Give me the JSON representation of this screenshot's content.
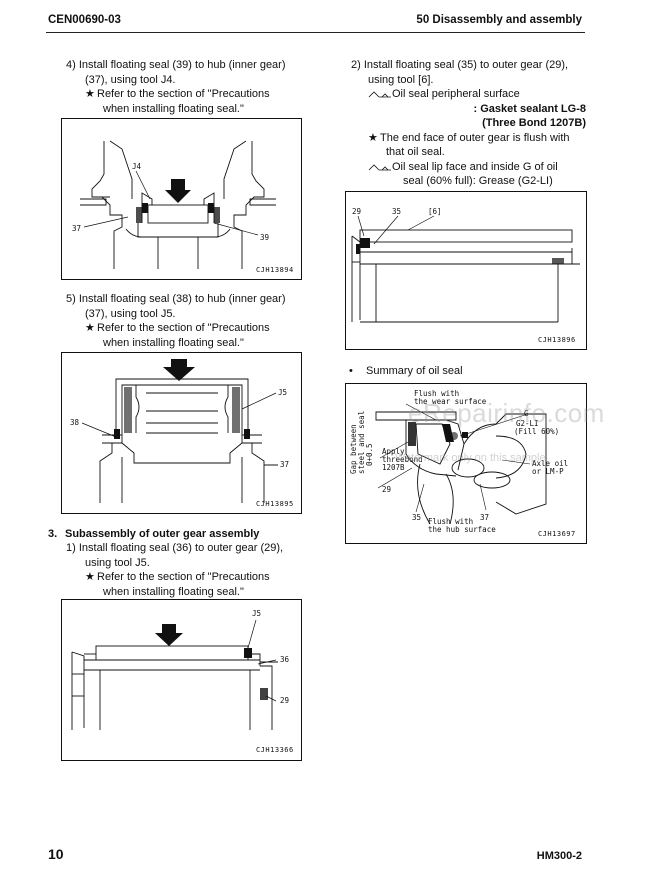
{
  "header": {
    "doc_code": "CEN00690-03",
    "section": "50 Disassembly and assembly"
  },
  "left": {
    "step4": {
      "line1": "4)   Install floating seal (39) to hub (inner gear)",
      "line2": "(37), using tool J4.",
      "note1": "Refer to the section of \"Precautions",
      "note2": "when installing floating seal.\""
    },
    "fig1": {
      "code": "CJH13894",
      "labels": [
        "J4",
        "37",
        "39"
      ]
    },
    "step5": {
      "line1": "5)   Install floating seal (38) to hub (inner gear)",
      "line2": "(37), using tool J5.",
      "note1": "Refer to the section of \"Precautions",
      "note2": "when installing floating seal.\""
    },
    "fig2": {
      "code": "CJH13895",
      "labels": [
        "J5",
        "38",
        "37"
      ]
    },
    "sec3": {
      "num": "3.",
      "title": "Subassembly of outer gear assembly"
    },
    "step1": {
      "line1": "1)   Install floating seal (36) to outer gear (29),",
      "line2": "using tool J5.",
      "note1": "Refer to the section of \"Precautions",
      "note2": "when installing floating seal.\""
    },
    "fig3": {
      "code": "CJH13366",
      "labels": [
        "J5",
        "36",
        "29"
      ]
    }
  },
  "right": {
    "step2": {
      "line1": "2)   Install floating seal (35) to outer gear (29),",
      "line2": "using tool [6].",
      "sym1_text": "Oil seal peripheral surface",
      "sealant1": ": Gasket sealant LG-8",
      "sealant2": "(Three Bond 1207B)",
      "note1": "The end face of outer gear is flush with",
      "note2": "that oil seal.",
      "sym2_text1": "Oil seal lip face and inside G of oil",
      "sym2_text2": "seal (60% full): Grease (G2-LI)"
    },
    "fig4": {
      "code": "CJH13896",
      "labels": [
        "29",
        "35",
        "[6]"
      ]
    },
    "summary": {
      "bullet": "•",
      "title": "Summary of oil seal"
    },
    "fig5": {
      "code": "CJH13697",
      "labels": {
        "flush_top1": "Flush with",
        "flush_top2": "the wear surface",
        "gap1": "Gap between",
        "gap2": "steel and seal",
        "gap3": "0+0.5",
        "g": "G",
        "g2": "G2-LI",
        "fill": "(Fill 60%)",
        "apply1": "Apply",
        "apply2": "threebond",
        "apply3": "1207B",
        "axle1": "Axle oil",
        "axle2": "or LM-P",
        "n29": "29",
        "n35": "35",
        "n37": "37",
        "flush_bot1": "Flush with",
        "flush_bot2": "the hub surface"
      }
    }
  },
  "watermark": {
    "main": "eRepairinfo.com",
    "sub": "Watermark only on this sample"
  },
  "footer": {
    "page": "10",
    "model": "HM300-2"
  }
}
